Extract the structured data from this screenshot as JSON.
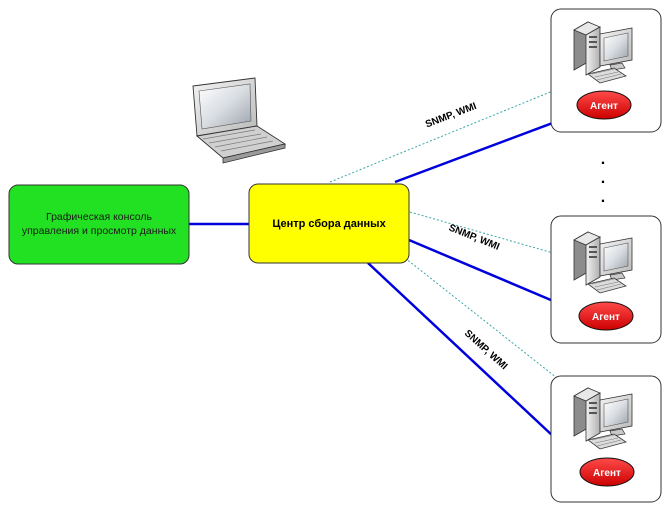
{
  "console": {
    "line1": "Графическая консоль",
    "line2": "управления и просмотр данных",
    "color": "#22e022"
  },
  "hub": {
    "label": "Центр сбора данных",
    "color": "#ffff00"
  },
  "protocols": {
    "top": "SNMP, WMI",
    "middle": "SNMP, WMI",
    "bottom": "SNMP, WMI"
  },
  "agents": {
    "top": "Агент",
    "middle": "Агент",
    "bottom": "Агент",
    "color": "#ee0000"
  },
  "ellipsis": {
    "dot": "."
  },
  "colors": {
    "link": "#0000dd",
    "snmp_dash": "#3aa7a7"
  },
  "icons": {
    "laptop": "laptop-icon",
    "workstation": "workstation-icon"
  }
}
